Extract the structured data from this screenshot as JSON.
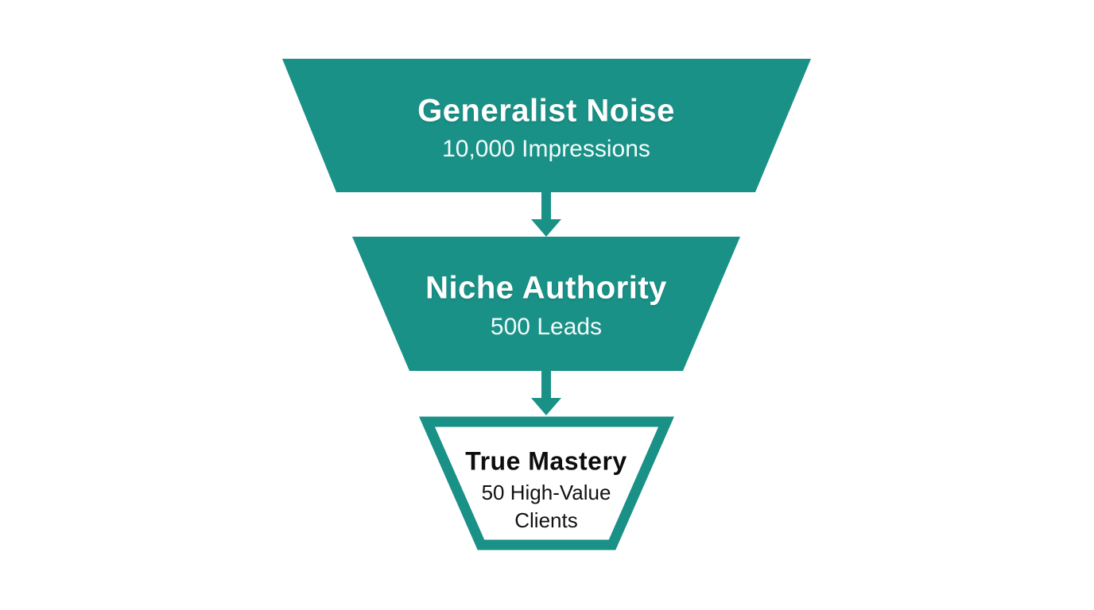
{
  "colors": {
    "teal": "#1A9187",
    "background": "#FFFFFF",
    "light_text": "#FFFFFF",
    "dark_text": "#0D0D0D"
  },
  "funnel": {
    "type": "funnel",
    "direction": "top-to-bottom",
    "tiers": [
      {
        "title": "Generalist Noise",
        "subtitle": "10,000 Impressions",
        "value": "10,000",
        "unit": "Impressions",
        "style": "solid-teal"
      },
      {
        "title": "Niche Authority",
        "subtitle": "500 Leads",
        "value": "500",
        "unit": "Leads",
        "style": "solid-teal"
      },
      {
        "title": "True Mastery",
        "subtitle": "50 High-Value Clients",
        "value": "50",
        "unit": "High-Value Clients",
        "style": "white-teal-outline"
      }
    ],
    "connectors": [
      {
        "icon": "down-arrow-icon"
      },
      {
        "icon": "down-arrow-icon"
      }
    ]
  }
}
